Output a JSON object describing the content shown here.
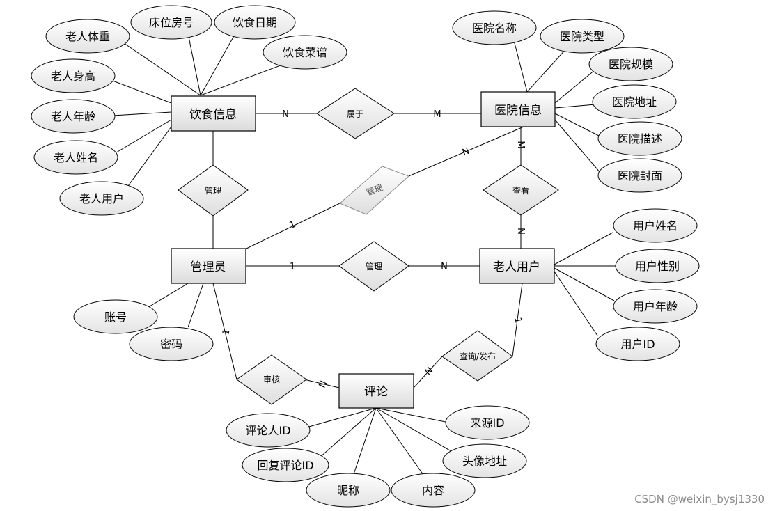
{
  "entities": {
    "diet": "饮食信息",
    "hospital": "医院信息",
    "admin": "管理员",
    "elder": "老人用户",
    "comment": "评论"
  },
  "relationships": {
    "belongs": "属于",
    "manage_diet": "管理",
    "manage_hospital": "管理",
    "manage_elder": "管理",
    "view": "查看",
    "query_publish": "查询/发布",
    "review": "审核"
  },
  "attributes": {
    "diet": [
      "老人体重",
      "床位房号",
      "饮食日期",
      "饮食菜谱",
      "老人身高",
      "老人年龄",
      "老人姓名",
      "老人用户"
    ],
    "hospital": [
      "医院名称",
      "医院类型",
      "医院规模",
      "医院地址",
      "医院描述",
      "医院封面"
    ],
    "admin": [
      "账号",
      "密码"
    ],
    "elder": [
      "用户姓名",
      "用户性别",
      "用户年龄",
      "用户ID"
    ],
    "comment": [
      "评论人ID",
      "来源ID",
      "回复评论ID",
      "头像地址",
      "昵称",
      "内容"
    ]
  },
  "cardinalities": {
    "diet_belongs": "N",
    "hospital_belongs": "M",
    "hospital_manage": "N",
    "admin_manage_hospital": "1",
    "hospital_view": "M",
    "elder_view": "N",
    "admin_manage_elder": "1",
    "elder_manage": "N",
    "elder_query": "1",
    "comment_query": "N",
    "admin_review": "1",
    "comment_review": "N"
  },
  "watermark": "CSDN @weixin_bysj1330"
}
